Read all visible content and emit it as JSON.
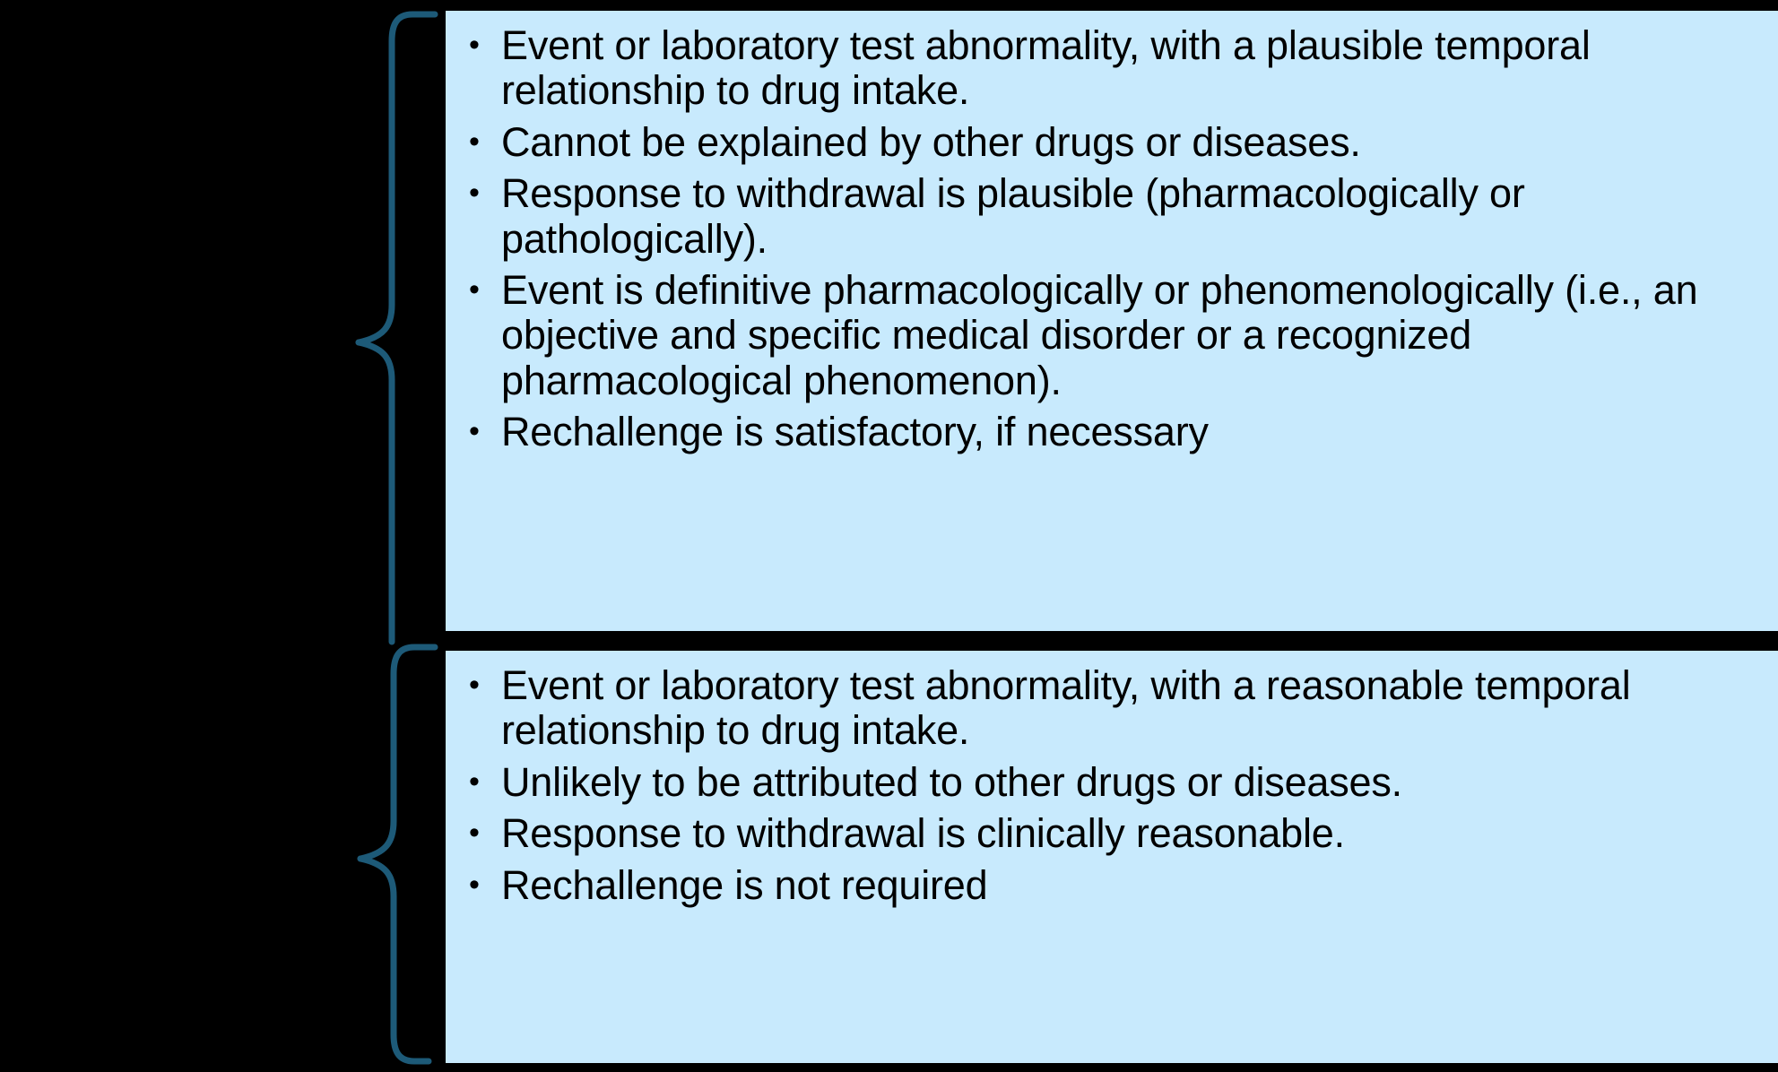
{
  "figure": {
    "background_color": "#000000",
    "panel_color": "#c8eafd",
    "brace_color": "#1d5a78",
    "text_color": "#000000",
    "divider_color": "#000000"
  },
  "panels": [
    {
      "id": "certain-criteria",
      "brace_name": "curly-brace-top",
      "bullets": [
        "Event or laboratory test abnormality, with a plausible temporal relationship to drug intake.",
        "Cannot be explained by other drugs or diseases.",
        "Response to withdrawal is plausible (pharmacologically or pathologically).",
        "Event is definitive pharmacologically or phenomenologically (i.e., an objective and specific medical disorder or a recognized pharmacological phenomenon).",
        "Rechallenge is satisfactory, if necessary"
      ]
    },
    {
      "id": "probable-criteria",
      "brace_name": "curly-brace-bottom",
      "bullets": [
        "Event or laboratory test abnormality, with a reasonable temporal relationship to drug intake.",
        "Unlikely to be attributed to other drugs or diseases.",
        "Response to withdrawal is clinically reasonable.",
        "Rechallenge is not required"
      ]
    }
  ]
}
